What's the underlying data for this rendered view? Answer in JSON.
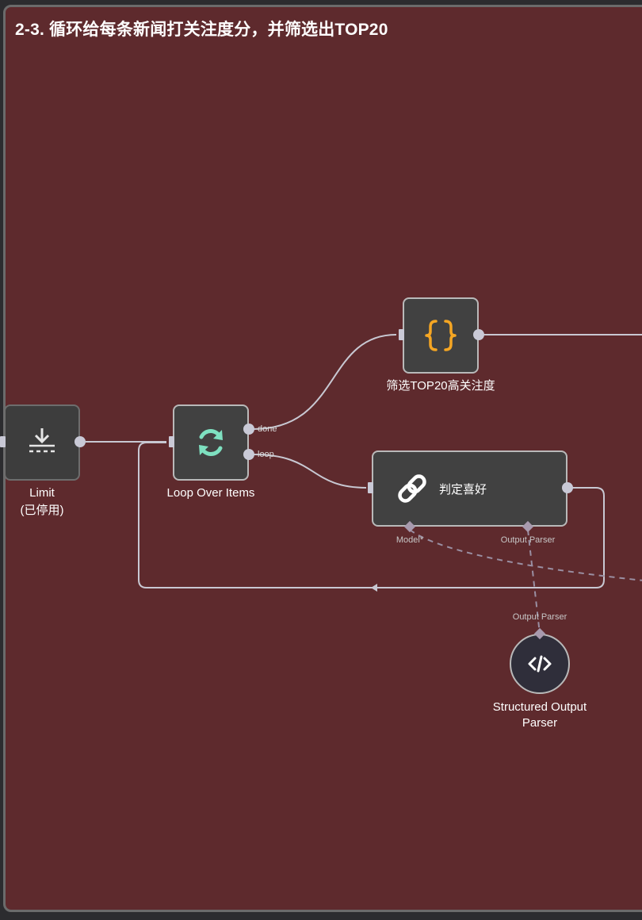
{
  "sticky": {
    "title": "2-3. 循环给每条新闻打关注度分，并筛选出TOP20",
    "color": "#5e2a2d"
  },
  "nodes": {
    "limit": {
      "label": "Limit",
      "status": "(已停用)",
      "icon": "download-icon"
    },
    "loop": {
      "label": "Loop Over Items",
      "icon": "refresh-icon",
      "icon_color": "#7ee0c0",
      "outputs": {
        "done": "done",
        "loop": "loop"
      }
    },
    "filter": {
      "label": "筛选TOP20高关注度",
      "icon": "braces-icon",
      "icon_color": "#f5a623"
    },
    "agent": {
      "label": "判定喜好",
      "icon": "chain-link-icon",
      "inputs": {
        "model": "Model*",
        "parser": "Output Parser"
      }
    },
    "parser": {
      "label_line1": "Structured Output",
      "label_line2": "Parser",
      "icon": "code-icon",
      "output": "Output Parser"
    }
  }
}
